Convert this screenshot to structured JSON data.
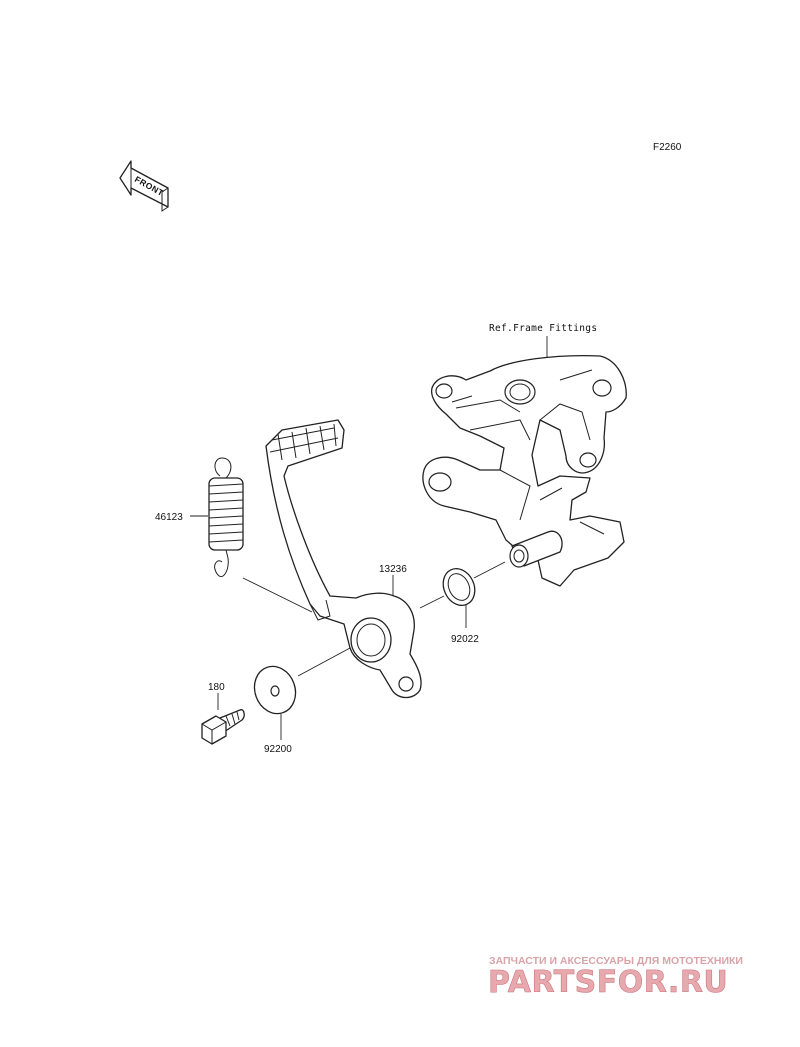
{
  "figure_code": "F2260",
  "front_arrow_label": "FRONT",
  "ref_label": "Ref.Frame Fittings",
  "parts": [
    {
      "number": "46123"
    },
    {
      "number": "13236"
    },
    {
      "number": "92022"
    },
    {
      "number": "180"
    },
    {
      "number": "92200"
    }
  ],
  "watermark": {
    "tagline": "ЗАПЧАСТИ И АКСЕССУАРЫ ДЛЯ МОТОТЕХНИКИ",
    "brand": "PARTSFOR.RU"
  },
  "colors": {
    "line": "#222222",
    "watermark": "#e8a9ae"
  }
}
